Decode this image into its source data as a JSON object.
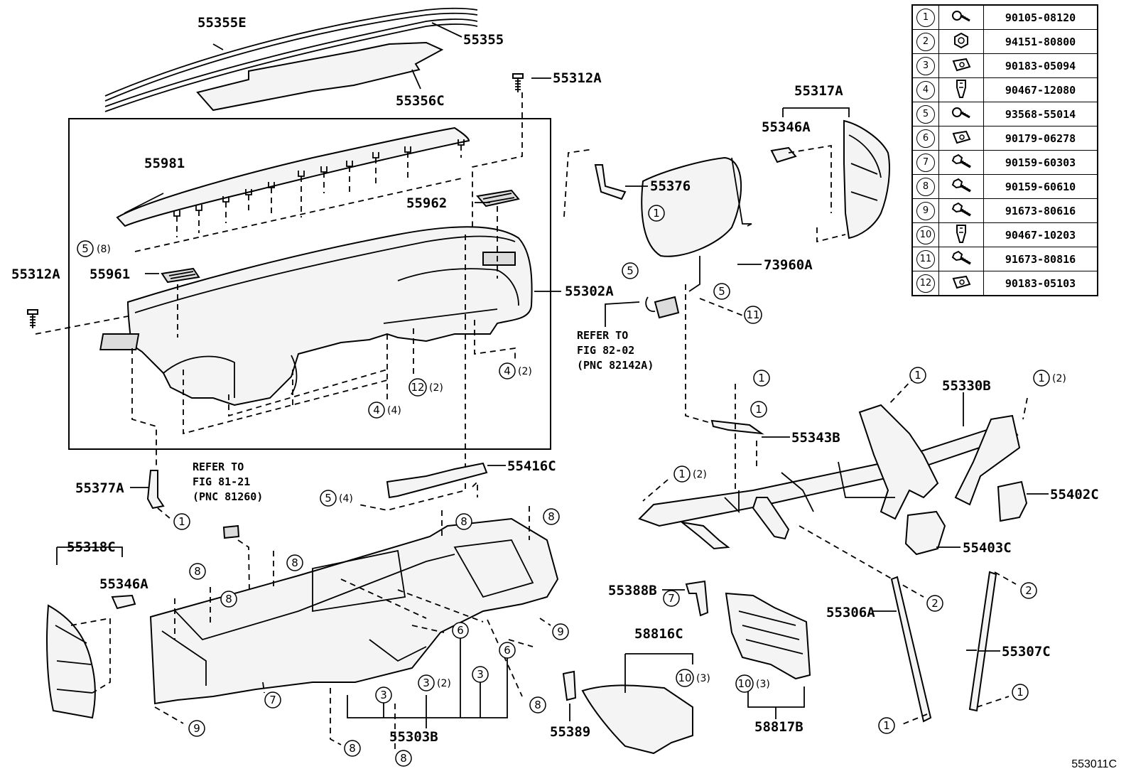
{
  "part_labels": {
    "p55355E": "55355E",
    "p55355": "55355",
    "p55356C": "55356C",
    "p55312A_top": "55312A",
    "p55312A_left": "55312A",
    "p55981": "55981",
    "p55962": "55962",
    "p55961": "55961",
    "p55302A": "55302A",
    "p55376": "55376",
    "p73960A": "73960A",
    "p55317A": "55317A",
    "p55346A_top": "55346A",
    "p55343B": "55343B",
    "p55330B": "55330B",
    "p55402C": "55402C",
    "p55403C": "55403C",
    "p55416C": "55416C",
    "p55377A": "55377A",
    "p55318C": "55318C",
    "p55346A_bottom": "55346A",
    "p55388B": "55388B",
    "p58816C": "58816C",
    "p55306A": "55306A",
    "p55307C": "55307C",
    "p55303B": "55303B",
    "p55389": "55389",
    "p58817B": "58817B"
  },
  "refer_notes": {
    "airbag": [
      "REFER TO",
      "FIG 82-02",
      "(PNC 82142A)"
    ],
    "panel": [
      "REFER TO",
      "FIG 81-21",
      "(PNC 81260)"
    ]
  },
  "callouts": {
    "q5_8": "(8)",
    "q4_2": "(2)",
    "q12_2": "(2)",
    "q4_4": "(4)",
    "q5_4": "(4)",
    "q1_2a": "(2)",
    "q1_2b": "(2)",
    "q3_2": "(2)",
    "q10_3a": "(3)",
    "q10_3b": "(3)"
  },
  "legend": [
    {
      "num": "1",
      "icon": "screw-icon",
      "part": "90105-08120"
    },
    {
      "num": "2",
      "icon": "nut-icon",
      "part": "94151-80800"
    },
    {
      "num": "3",
      "icon": "clip-nut-icon",
      "part": "90183-05094"
    },
    {
      "num": "4",
      "icon": "clip-icon",
      "part": "90467-12080"
    },
    {
      "num": "5",
      "icon": "screw-icon",
      "part": "93568-55014"
    },
    {
      "num": "6",
      "icon": "clip-nut-icon",
      "part": "90179-06278"
    },
    {
      "num": "7",
      "icon": "bolt-icon",
      "part": "90159-60303"
    },
    {
      "num": "8",
      "icon": "bolt-icon",
      "part": "90159-60610"
    },
    {
      "num": "9",
      "icon": "bolt-icon",
      "part": "91673-80616"
    },
    {
      "num": "10",
      "icon": "clip-icon",
      "part": "90467-10203"
    },
    {
      "num": "11",
      "icon": "bolt-icon",
      "part": "91673-80816"
    },
    {
      "num": "12",
      "icon": "clip-nut-icon",
      "part": "90183-05103"
    }
  ],
  "figure_code": "553011C"
}
